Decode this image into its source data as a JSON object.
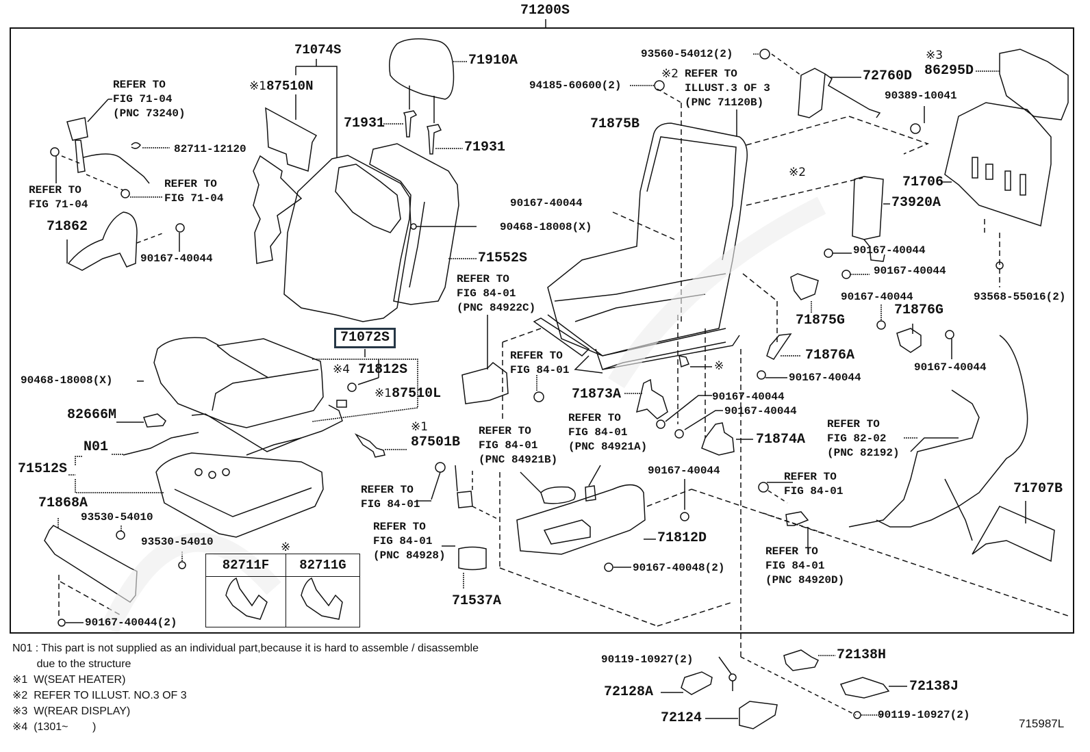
{
  "diagram": {
    "title_part": "71200S",
    "figure_number": "715987L",
    "highlighted_part": "71072S",
    "accent_color": "#263746",
    "parts": {
      "p71074S": "71074S",
      "p87510N": "87510N",
      "p87510N_mark": "※1",
      "p71910A": "71910A",
      "p71931_left": "71931",
      "p71931_right": "71931",
      "p82711_12120": "82711-12120",
      "p71862": "71862",
      "p90167_40044_a": "90167-40044",
      "p90468_18008_a": "90468-18008(X)",
      "p71552S": "71552S",
      "p71072S": "71072S",
      "p71812S_mark": "※4",
      "p71812S": "71812S",
      "p87510L_mark": "※1",
      "p87510L": "87510L",
      "p90468_18008_b": "90468-18008(X)",
      "p82666M": "82666M",
      "pN01": "N01",
      "p71512S": "71512S",
      "p87501B_mark": "※1",
      "p87501B": "87501B",
      "p71868A": "71868A",
      "p93530_54010_a": "93530-54010",
      "p93530_54010_b": "93530-54010",
      "p90167_40044_2": "90167-40044(2)",
      "p93560_54012": "93560-54012(2)",
      "p94185_60600": "94185-60600(2)",
      "p71875B": "71875B",
      "p90167_40044_b": "90167-40044",
      "p72760D": "72760D",
      "p86295D_mark": "※3",
      "p86295D": "86295D",
      "p90389_10041": "90389-10041",
      "p71706": "71706",
      "p73920A": "73920A",
      "p90167_40044_c": "90167-40044",
      "p90167_40044_d": "90167-40044",
      "p93568_55016": "93568-55016(2)",
      "p90167_40044_e": "90167-40044",
      "p71875G": "71875G",
      "p71876G": "71876G",
      "p71876A": "71876A",
      "p90167_40044_f": "90167-40044",
      "p90167_40044_g": "90167-40044",
      "p71873A": "71873A",
      "p90167_40044_h": "90167-40044",
      "p90167_40044_i": "90167-40044",
      "p71874A": "71874A",
      "p90167_40044_j": "90167-40044",
      "p71812D": "71812D",
      "p90167_40048": "90167-40048(2)",
      "p71537A": "71537A",
      "p71707B": "71707B",
      "p90119_10927_a": "90119-10927(2)",
      "p90119_10927_b": "90119-10927(2)",
      "p72138H": "72138H",
      "p72138J": "72138J",
      "p72128A": "72128A",
      "p72124": "72124",
      "star2_mark_top": "※2",
      "star2_mark_mid": "※2",
      "star_mark_clip": "※",
      "star_mark_table": "※"
    },
    "references": {
      "ref_73240": "REFER TO\nFIG 71-04\n(PNC 73240)",
      "ref_71_04_left": "REFER TO\nFIG 71-04",
      "ref_71_04_right": "REFER TO\nFIG 71-04",
      "ref_71120B": "REFER TO\nILLUST.3 OF 3\n(PNC 71120B)",
      "ref_84922C": "REFER TO\nFIG 84-01\n(PNC 84922C)",
      "ref_84_01_a": "REFER TO\nFIG 84-01",
      "ref_84921B": "REFER TO\nFIG 84-01\n(PNC 84921B)",
      "ref_84921A": "REFER TO\nFIG 84-01\n(PNC 84921A)",
      "ref_84_01_b": "REFER TO\nFIG 84-01",
      "ref_84928": "REFER TO\nFIG 84-01\n(PNC 84928)",
      "ref_82192": "REFER TO\nFIG 82-02\n(PNC 82192)",
      "ref_84_01_c": "REFER TO\nFIG 84-01",
      "ref_84920D": "REFER TO\nFIG 84-01\n(PNC 84920D)"
    },
    "clip_table": {
      "headers": [
        "82711F",
        "82711G"
      ]
    },
    "notes": [
      "N01 : This part is not supplied as an individual part,because it is hard to assemble / disassemble",
      "        due to the structure",
      "※1  W(SEAT HEATER)",
      "※2  REFER TO ILLUST. NO.3 OF 3",
      "※3  W(REAR DISPLAY)",
      "※4  (1301~        )"
    ]
  }
}
